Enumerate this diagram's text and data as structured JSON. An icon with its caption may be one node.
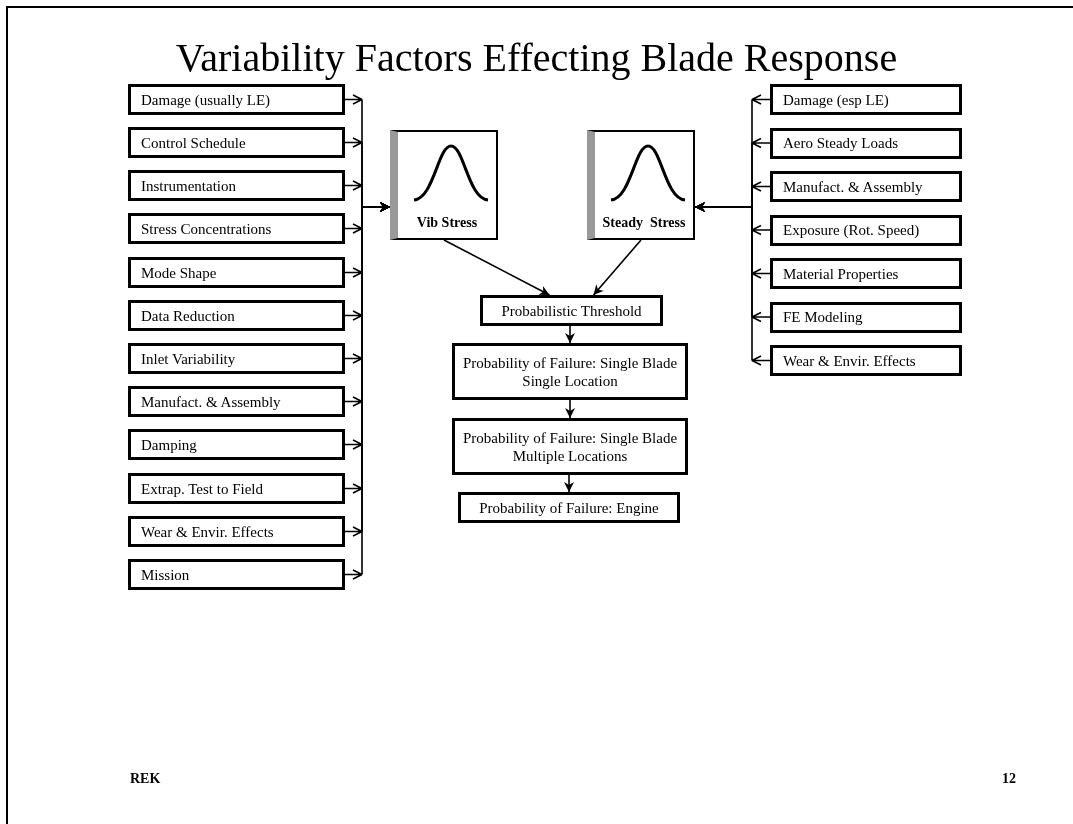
{
  "diagram": {
    "title": "Variability Factors Effecting Blade Response",
    "nodes": [
      {
        "text": [
          "Damage (usually LE)"
        ]
      },
      {
        "text": [
          "Control Schedule"
        ]
      },
      {
        "text": [
          "Instrumentation"
        ]
      },
      {
        "text": [
          "Stress Concentrations"
        ]
      },
      {
        "text": [
          "Mode Shape"
        ]
      },
      {
        "text": [
          "Data Reduction"
        ]
      },
      {
        "text": [
          "Inlet Variability"
        ]
      },
      {
        "text": [
          "Manufact. & Assembly"
        ]
      },
      {
        "text": [
          "Damping"
        ]
      },
      {
        "text": [
          "Extrap. Test to Field"
        ]
      },
      {
        "text": [
          "Wear & Envir. Effects"
        ]
      },
      {
        "text": [
          "Mission"
        ]
      },
      {
        "text": [
          "Vib Stress"
        ]
      },
      {
        "text": [
          "Steady  Stress"
        ]
      },
      {
        "text": [
          "Damage (esp LE)"
        ]
      },
      {
        "text": [
          "Aero Steady Loads"
        ]
      },
      {
        "text": [
          "Manufact. & Assembly"
        ]
      },
      {
        "text": [
          "Exposure (Rot. Speed)"
        ]
      },
      {
        "text": [
          "Material Properties"
        ]
      },
      {
        "text": [
          "FE Modeling"
        ]
      },
      {
        "text": [
          "Wear & Envir. Effects"
        ]
      },
      {
        "text": [
          "Probabilistic Threshold"
        ]
      },
      {
        "text": [
          "Probability of Failure: Single Blade Single Location"
        ]
      },
      {
        "text": [
          "Probability of Failure: Single Blade Multiple Locations"
        ]
      },
      {
        "text": [
          "Probability of Failure: Engine"
        ]
      }
    ],
    "edges": [
      {
        "from": 0,
        "to": 12,
        "arrow": "to"
      },
      {
        "from": 1,
        "to": 12,
        "arrow": "to"
      },
      {
        "from": 2,
        "to": 12,
        "arrow": "to"
      },
      {
        "from": 3,
        "to": 12,
        "arrow": "to"
      },
      {
        "from": 4,
        "to": 12,
        "arrow": "to"
      },
      {
        "from": 5,
        "to": 12,
        "arrow": "to"
      },
      {
        "from": 6,
        "to": 12,
        "arrow": "to"
      },
      {
        "from": 7,
        "to": 12,
        "arrow": "to"
      },
      {
        "from": 8,
        "to": 12,
        "arrow": "to"
      },
      {
        "from": 9,
        "to": 12,
        "arrow": "to"
      },
      {
        "from": 10,
        "to": 12,
        "arrow": "to"
      },
      {
        "from": 11,
        "to": 12,
        "arrow": "to"
      },
      {
        "from": 14,
        "to": 13,
        "arrow": "to"
      },
      {
        "from": 15,
        "to": 13,
        "arrow": "to"
      },
      {
        "from": 16,
        "to": 13,
        "arrow": "to"
      },
      {
        "from": 17,
        "to": 13,
        "arrow": "to"
      },
      {
        "from": 18,
        "to": 13,
        "arrow": "to"
      },
      {
        "from": 19,
        "to": 13,
        "arrow": "to"
      },
      {
        "from": 20,
        "to": 13,
        "arrow": "to"
      },
      {
        "from": 12,
        "to": 21,
        "arrow": "to"
      },
      {
        "from": 13,
        "to": 21,
        "arrow": "to"
      },
      {
        "from": 21,
        "to": 22,
        "arrow": "to"
      },
      {
        "from": 22,
        "to": 23,
        "arrow": "to"
      },
      {
        "from": 23,
        "to": 24,
        "arrow": "to"
      }
    ],
    "labels": [
      "REK",
      "12"
    ]
  }
}
